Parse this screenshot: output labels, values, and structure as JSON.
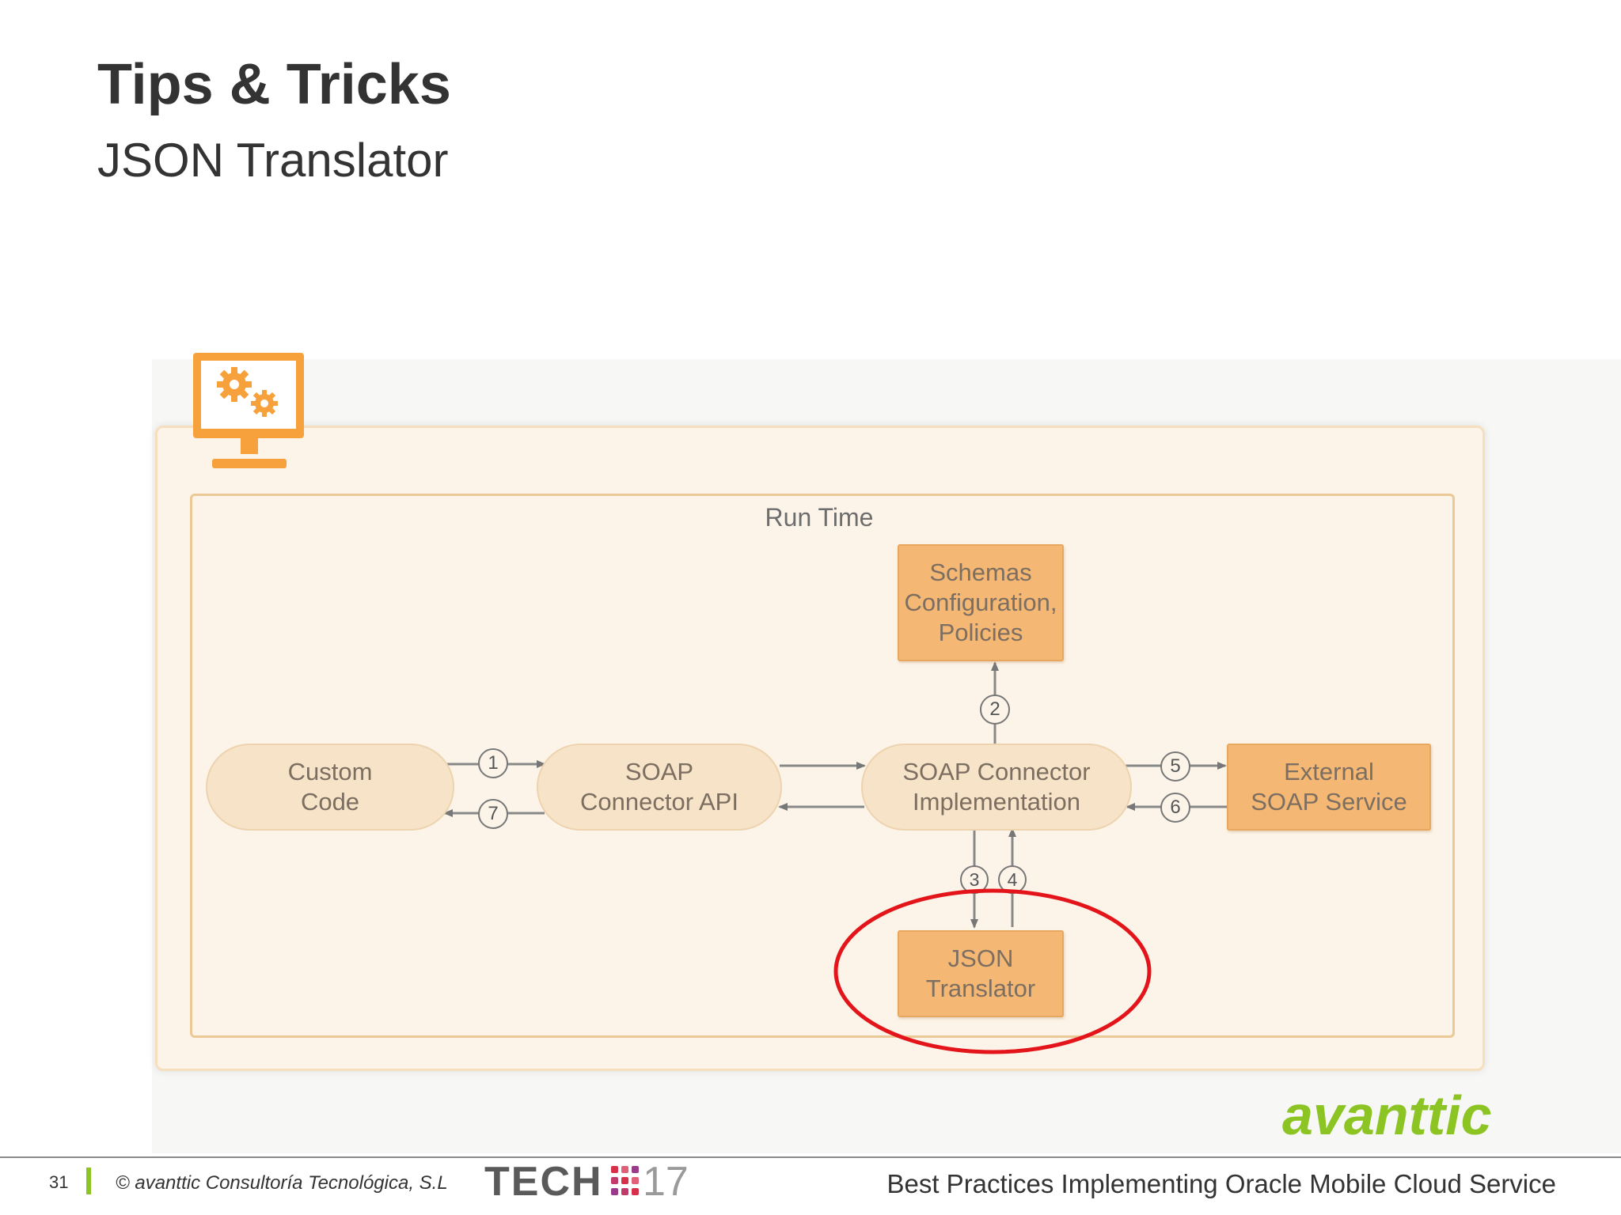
{
  "slide": {
    "title": "Tips & Tricks",
    "subtitle": "JSON Translator"
  },
  "diagram": {
    "run_time_label": "Run Time",
    "nodes": {
      "custom_code": "Custom\nCode",
      "soap_connector_api": "SOAP\nConnector API",
      "soap_connector_impl": "SOAP Connector\nImplementation",
      "schemas": "Schemas\nConfiguration,\nPolicies",
      "external_soap": "External\nSOAP Service",
      "json_translator": "JSON\nTranslator"
    },
    "steps": [
      "1",
      "2",
      "3",
      "4",
      "5",
      "6",
      "7"
    ],
    "highlight_color": "#e4141b",
    "box_color": "#f5b874",
    "icon": "monitor-gears-icon"
  },
  "footer": {
    "page_number": "31",
    "copyright": "© avanttic Consultoría Tecnológica, S.L",
    "event_logo_text": "TECH",
    "event_logo_number": "17",
    "presentation_title": "Best Practices Implementing Oracle Mobile Cloud Service",
    "accent_color": "#8cc424"
  },
  "brand": {
    "name": "avanttic"
  }
}
